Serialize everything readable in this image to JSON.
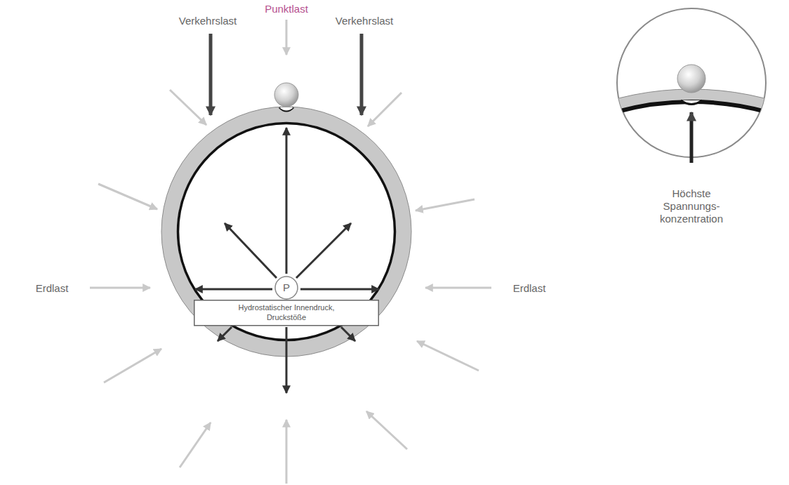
{
  "diagram": {
    "nodes": [
      {
        "text": [
          "P"
        ]
      },
      {
        "text": [
          "Hydrostatischer Innendruck, Druckstöße"
        ]
      }
    ],
    "labels": [
      "Punktlast",
      "Verkehrslast",
      "Verkehrslast",
      "Erdlast",
      "Erdlast",
      "Höchste Spannungs- konzentration"
    ]
  }
}
